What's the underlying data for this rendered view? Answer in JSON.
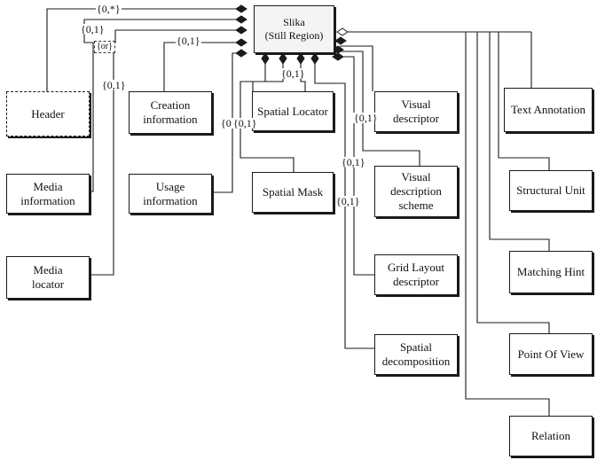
{
  "root": {
    "line1": "Slika",
    "line2": "(Still Region)"
  },
  "boxes": {
    "header": "Header",
    "media_information": [
      "Media",
      "information"
    ],
    "media_locator": [
      "Media",
      "locator"
    ],
    "creation_information": [
      "Creation",
      "information"
    ],
    "usage_information": [
      "Usage",
      "information"
    ],
    "spatial_locator": "Spatial Locator",
    "spatial_mask": "Spatial Mask",
    "visual_descriptor": [
      "Visual",
      "descriptor"
    ],
    "visual_description_scheme": [
      "Visual",
      "description",
      "scheme"
    ],
    "grid_layout_descriptor": [
      "Grid Layout",
      "descriptor"
    ],
    "spatial_decomposition": [
      "Spatial",
      "decomposition"
    ],
    "text_annotation": "Text Annotation",
    "structural_unit": "Structural Unit",
    "matching_hint": "Matching Hint",
    "point_of_view": "Point Of View",
    "relation": "Relation"
  },
  "multiplicities": {
    "header": "{0,*}",
    "media_information": "{0,1}",
    "or": "{or}",
    "media_locator": "{0,1}",
    "creation_information": "{0,1}",
    "spatial_locator": "{0,1}",
    "usage_information": "{0",
    "spatial_mask": "{0,1}",
    "visual_descriptor": "{0,1}",
    "visual_description_scheme": "{0,1}",
    "grid_layout_descriptor": "{0,1}"
  }
}
